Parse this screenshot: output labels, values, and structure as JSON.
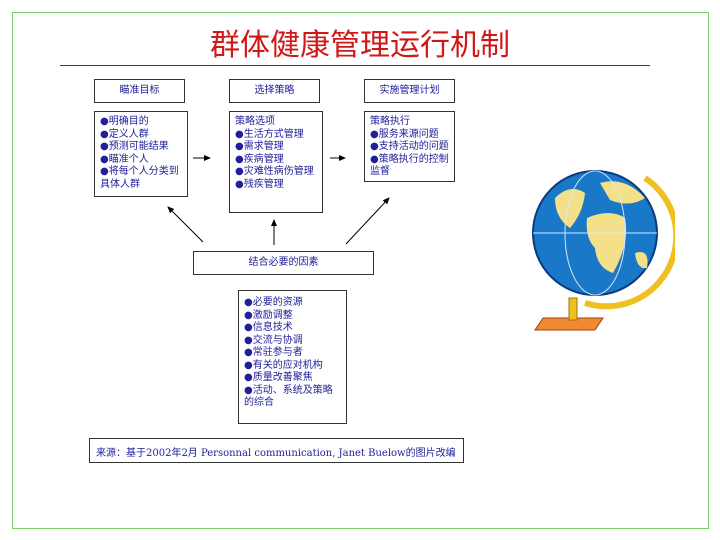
{
  "title": "群体健康管理运行机制",
  "headers": [
    "瞄准目标",
    "选择策略",
    "实施管理计划"
  ],
  "col1": [
    "明确目的",
    "定义人群",
    "预测可能结果",
    "瞄准个人",
    "将每个人分类到具体人群"
  ],
  "col2": {
    "heading": "策略选项",
    "items": [
      "生活方式管理",
      "需求管理",
      "疾病管理",
      "灾难性病伤管理",
      "残疾管理"
    ]
  },
  "col3": {
    "heading": "策略执行",
    "items": [
      "服务来源问题",
      "支持活动的问题",
      "策略执行的控制监督"
    ]
  },
  "factors": {
    "header": "结合必要的因素",
    "items": [
      "必要的资源",
      "激励调整",
      "信息技术",
      "交流与协调",
      "常驻参与者",
      "有关的应对机构",
      "质量改善聚焦",
      "活动、系统及策略的综合"
    ]
  },
  "source": "来源：基于2002年2月 Personnal communication, Janet Buelow的图片改编"
}
